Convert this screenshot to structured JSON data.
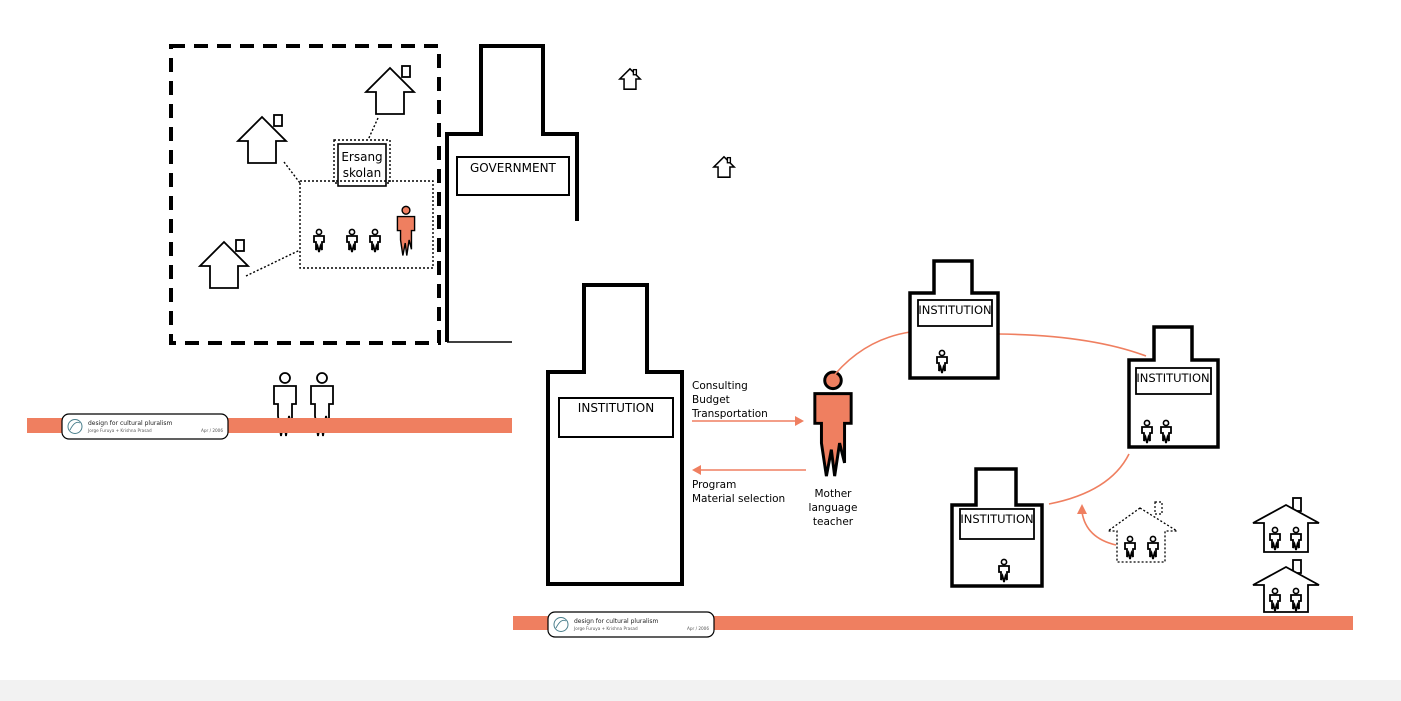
{
  "colors": {
    "accent": "#ef7f60",
    "ink": "#000000",
    "footer": "#f2f2f2"
  },
  "left_scene": {
    "school_label_line1": "Ersang",
    "school_label_line2": "skolan",
    "government_label": "GOVERNMENT"
  },
  "right_scene": {
    "central_institution_label": "INSTITUTION",
    "outbound_flow": [
      "Consulting",
      "Budget",
      "Transportation"
    ],
    "inbound_flow": [
      "Program",
      "Material selection"
    ],
    "teacher_label": [
      "Mother",
      "language",
      "teacher"
    ],
    "institution_labels": [
      "INSTITUTION",
      "INSTITUTION",
      "INSTITUTION"
    ]
  },
  "credit_tags": [
    {
      "title": "design for cultural pluralism",
      "authors": "Jorge Furuya + Krishna Prasad",
      "date": "Apr / 2006"
    },
    {
      "title": "design for cultural pluralism",
      "authors": "Jorge Furuya + Krishna Prasad",
      "date": "Apr / 2006"
    }
  ]
}
